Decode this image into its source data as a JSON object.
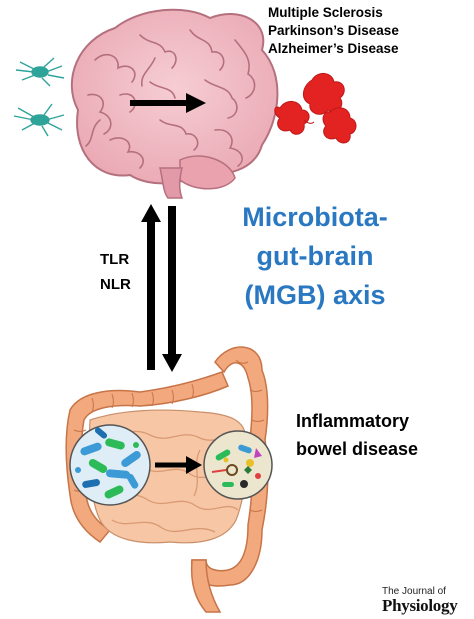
{
  "brain_diseases": [
    "Multiple Sclerosis",
    "Parkinson’s Disease",
    "Alzheimer’s Disease"
  ],
  "axis_title": [
    "Microbiota-",
    "gut-brain",
    "(MGB) axis"
  ],
  "receptors": [
    "TLR",
    "NLR"
  ],
  "gut_disease": [
    "Inflammatory",
    "bowel disease"
  ],
  "journal": {
    "line1": "The Journal of",
    "line2": "Physiology"
  },
  "colors": {
    "title_blue": "#2a78c2",
    "brain_pink": "#f2bcc4",
    "brain_outline": "#b5707e",
    "colon": "#f2a97d",
    "colon_outline": "#c77448",
    "intestine": "#f7c6a4",
    "pathogen_red": "#e32222",
    "microglia_teal": "#2ea39a",
    "arrow": "#000000"
  },
  "icons": [
    "brain-illustration",
    "microglia-cell-icon",
    "pathogen-cell-icon",
    "intestine-illustration",
    "microbiota-circle-icon"
  ]
}
